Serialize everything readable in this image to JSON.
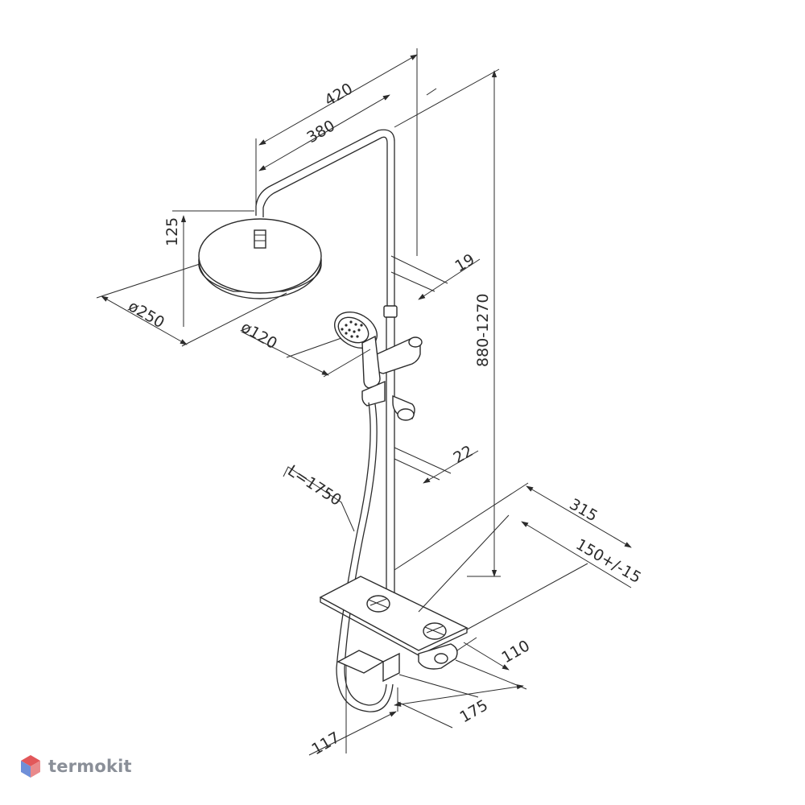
{
  "dimensions": {
    "d420": "420",
    "d380": "380",
    "d125": "125",
    "d250": "ø250",
    "d120": "ø120",
    "d19": "19",
    "d880": "880-1270",
    "d22": "22",
    "hose": "L=1750",
    "d315": "315",
    "d150": "150+/-15",
    "d110": "110",
    "d175": "175",
    "d117": "117"
  },
  "watermark": {
    "brand": "termokit"
  },
  "colors": {
    "line": "#2b2b2b",
    "logo_text": "#8a8f98",
    "logo_red": "#e2575a",
    "logo_blue": "#6f8fd8"
  }
}
